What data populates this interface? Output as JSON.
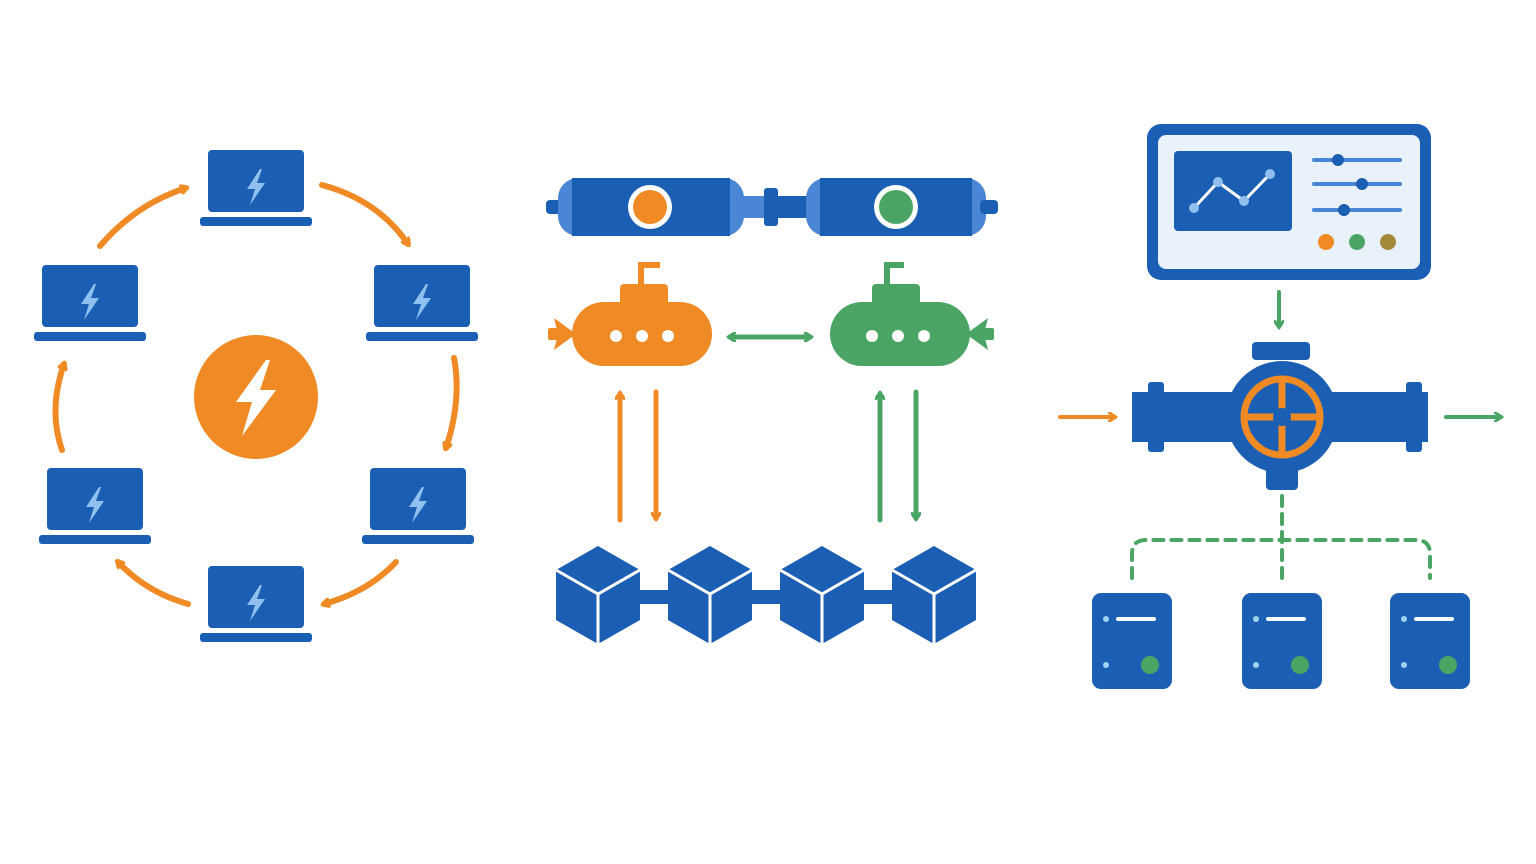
{
  "colors": {
    "blue": "#1a5fb4",
    "blue_light": "#4a86d6",
    "orange": "#f08a24",
    "green": "#4aa564",
    "panel_bg": "#e9f1fb",
    "white": "#ffffff",
    "olive": "#a28a3a"
  },
  "panels": [
    {
      "name": "network-ring",
      "icons": [
        "laptop-icon",
        "laptop-icon",
        "laptop-icon",
        "laptop-icon",
        "laptop-icon",
        "laptop-icon",
        "lightning-hub-icon"
      ]
    },
    {
      "name": "channel-diagram",
      "icons": [
        "pipe-segment-icon",
        "pipe-segment-icon",
        "submarine-icon",
        "submarine-icon",
        "blockchain-icon"
      ]
    },
    {
      "name": "pipeline-control",
      "icons": [
        "dashboard-monitor-icon",
        "valve-icon",
        "server-icon",
        "server-icon",
        "server-icon"
      ]
    }
  ]
}
